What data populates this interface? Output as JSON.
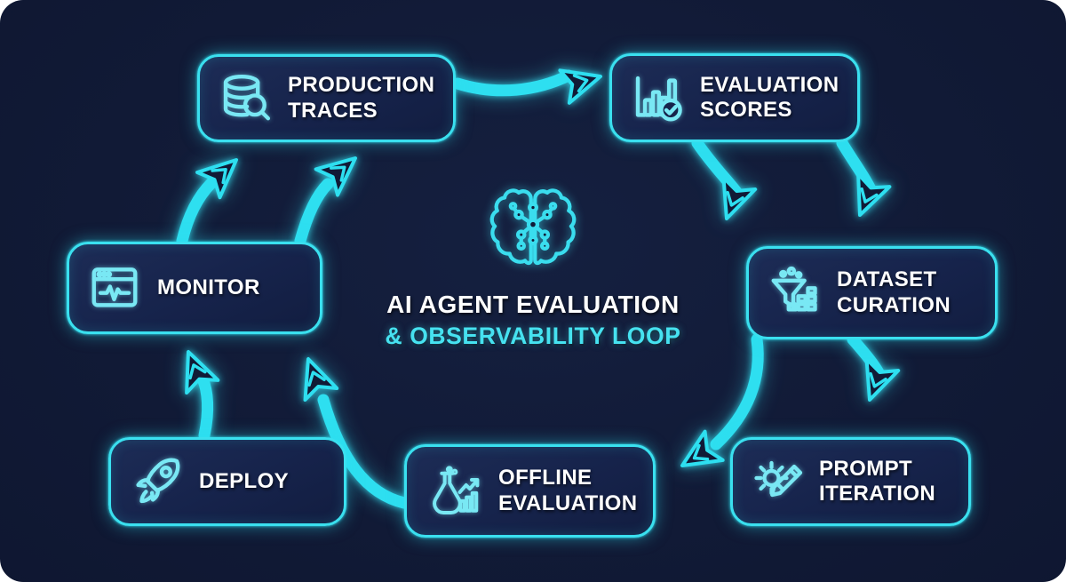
{
  "canvas": {
    "background": "#111A36",
    "accent": "#3AE0EF",
    "arrow_color": "#2EDFF0",
    "box_fill": "#16234B",
    "label_color": "#FFFFFF",
    "icon_color": "#79E8F4"
  },
  "title": {
    "line1": "AI AGENT EVALUATION",
    "line2": "& OBSERVABILITY LOOP"
  },
  "center_icon": "brain-circuit-icon",
  "nodes": [
    {
      "id": "production-traces",
      "icon": "database-search-icon",
      "lines": [
        "PRODUCTION",
        "TRACES"
      ]
    },
    {
      "id": "evaluation-scores",
      "icon": "bar-chart-check-icon",
      "lines": [
        "EVALUATION",
        "SCORES"
      ]
    },
    {
      "id": "dataset-curation",
      "icon": "funnel-data-icon",
      "lines": [
        "DATASET",
        "CURATION"
      ]
    },
    {
      "id": "prompt-iteration",
      "icon": "gear-pencil-icon",
      "lines": [
        "PROMPT",
        "ITERATION"
      ]
    },
    {
      "id": "offline-evaluation",
      "icon": "flask-trend-icon",
      "lines": [
        "OFFLINE",
        "EVALUATION"
      ]
    },
    {
      "id": "deploy",
      "icon": "rocket-icon",
      "lines": [
        "DEPLOY"
      ]
    },
    {
      "id": "monitor",
      "icon": "browser-pulse-icon",
      "lines": [
        "MONITOR"
      ]
    }
  ],
  "connections": [
    {
      "from": "production-traces",
      "to": "evaluation-scores"
    },
    {
      "from": "evaluation-scores",
      "to": "dataset-curation",
      "style": "double-arrow-left"
    },
    {
      "from": "evaluation-scores",
      "to": "dataset-curation",
      "style": "double-arrow-right"
    },
    {
      "from": "dataset-curation",
      "to": "prompt-iteration"
    },
    {
      "from": "dataset-curation",
      "to": "offline-evaluation"
    },
    {
      "from": "offline-evaluation",
      "to": "monitor"
    },
    {
      "from": "deploy",
      "to": "monitor"
    },
    {
      "from": "monitor",
      "to": "production-traces",
      "style": "double-arrow-left"
    },
    {
      "from": "monitor",
      "to": "production-traces",
      "style": "double-arrow-right"
    }
  ]
}
